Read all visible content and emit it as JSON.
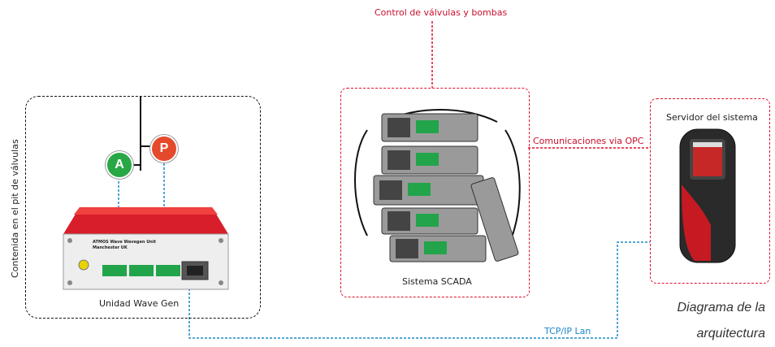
{
  "top_label": "Control de válvulas y bombas",
  "left_group": {
    "vertical_label": "Contenida en el pit de válvulas",
    "caption": "Unidad Wave Gen",
    "sensor_a": "A",
    "sensor_p": "P",
    "device_text_line1": "ATMOS Wave Wavegen Unit",
    "device_text_line2": "Manchester UK"
  },
  "scada": {
    "caption": "Sistema SCADA"
  },
  "server": {
    "caption": "Servidor del sistema"
  },
  "link_opc": "Comunicaciones via OPC",
  "link_lan": "TCP/IP Lan",
  "diagram_caption": {
    "line1": "Diagrama de la",
    "line2": "arquitectura"
  },
  "colors": {
    "red": "#e0102e",
    "blue": "#1e88c8",
    "black": "#111111"
  }
}
